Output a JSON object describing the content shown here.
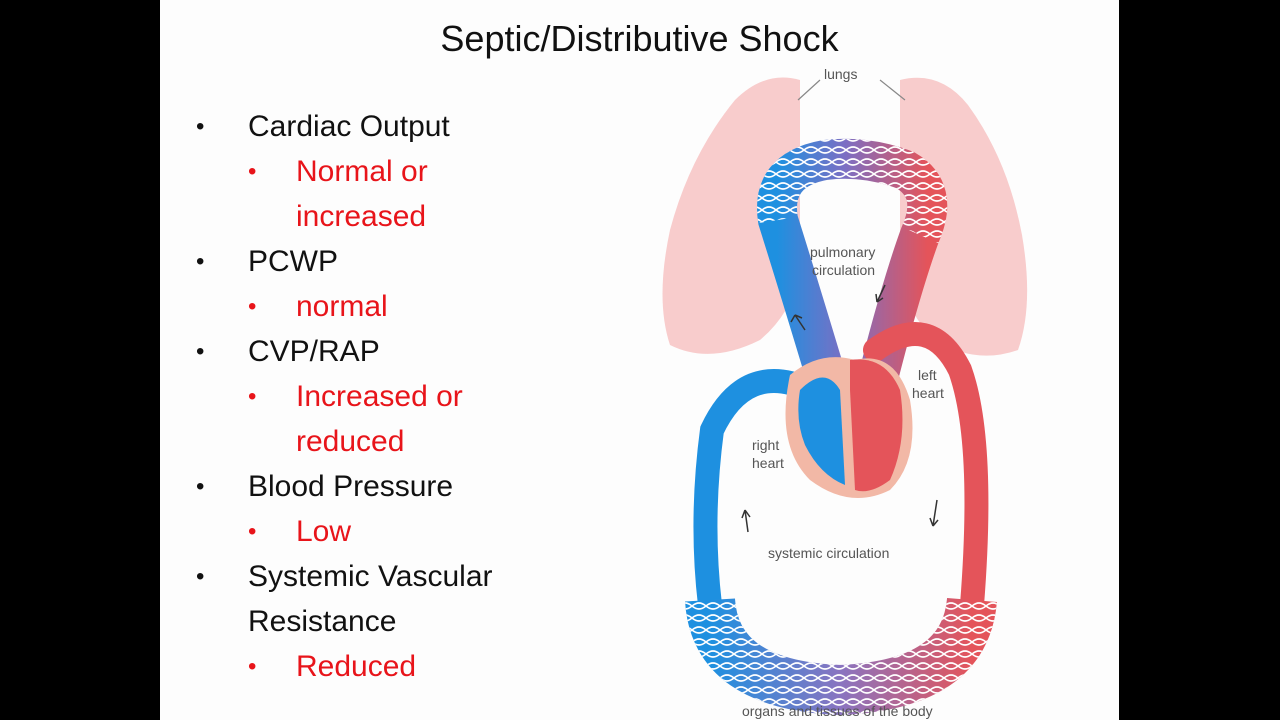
{
  "slide": {
    "title": "Septic/Distributive Shock",
    "bullets": [
      {
        "label": "Cardiac Output",
        "sub": [
          "Normal or",
          "increased"
        ]
      },
      {
        "label": "PCWP",
        "sub": [
          "normal"
        ]
      },
      {
        "label": "CVP/RAP",
        "sub": [
          "Increased or",
          "reduced"
        ]
      },
      {
        "label_lines": [
          "Systemic Vascular",
          "Resistance"
        ],
        "sub": [
          "Reduced"
        ]
      }
    ],
    "bp": {
      "label": "Blood Pressure",
      "sub": "Low"
    }
  },
  "diagram": {
    "labels": {
      "lungs": "lungs",
      "pulmonary_1": "pulmonary",
      "pulmonary_2": "circulation",
      "left_1": "left",
      "left_2": "heart",
      "right_1": "right",
      "right_2": "heart",
      "systemic": "systemic circulation",
      "organs": "organs and tissues of the body"
    },
    "colors": {
      "venous": "#1e90e0",
      "arterial": "#e4545a",
      "lungs": "#f8cccc"
    }
  }
}
